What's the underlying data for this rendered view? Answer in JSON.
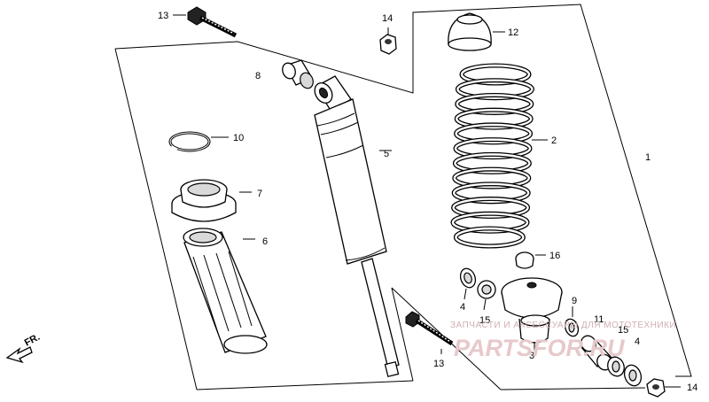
{
  "diagram": {
    "callouts": [
      {
        "id": "c1",
        "text": "1"
      },
      {
        "id": "c2",
        "text": "2"
      },
      {
        "id": "c3",
        "text": "3"
      },
      {
        "id": "c4a",
        "text": "4"
      },
      {
        "id": "c4b",
        "text": "4"
      },
      {
        "id": "c5",
        "text": "5"
      },
      {
        "id": "c6",
        "text": "6"
      },
      {
        "id": "c7",
        "text": "7"
      },
      {
        "id": "c8",
        "text": "8"
      },
      {
        "id": "c9",
        "text": "9"
      },
      {
        "id": "c10",
        "text": "10"
      },
      {
        "id": "c11",
        "text": "11"
      },
      {
        "id": "c12",
        "text": "12"
      },
      {
        "id": "c13a",
        "text": "13"
      },
      {
        "id": "c13b",
        "text": "13"
      },
      {
        "id": "c14a",
        "text": "14"
      },
      {
        "id": "c14b",
        "text": "14"
      },
      {
        "id": "c15a",
        "text": "15"
      },
      {
        "id": "c15b",
        "text": "15"
      },
      {
        "id": "c16",
        "text": "16"
      }
    ],
    "direction_label": "FR.",
    "watermark_top": "ЗАПЧАСТИ И АКСЕССУАРЫ ДЛЯ МОТОТЕХНИКИ",
    "watermark_brand": "PARTSFOR.RU",
    "colors": {
      "line": "#000000",
      "watermark": "#e7c9cb",
      "background": "#ffffff"
    }
  }
}
